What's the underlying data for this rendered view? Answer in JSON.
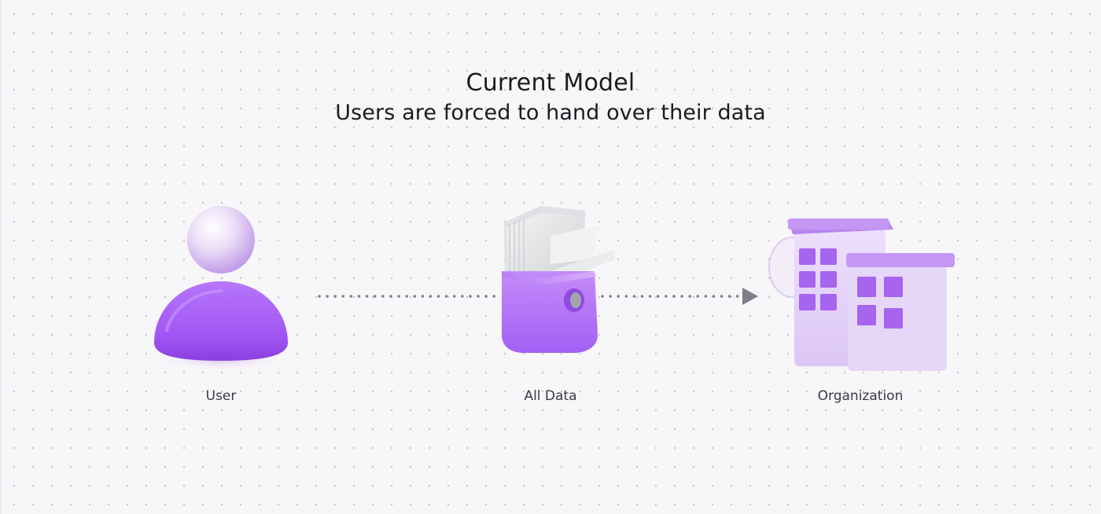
{
  "header": {
    "title": "Current Model",
    "subtitle": "Users are forced to hand over their data"
  },
  "nodes": {
    "user": {
      "label": "User",
      "icon": "user-icon"
    },
    "data": {
      "label": "All Data",
      "icon": "document-tray-icon"
    },
    "organization": {
      "label": "Organization",
      "icon": "office-building-icon"
    }
  },
  "colors": {
    "background": "#f7f6f8",
    "accent": "#a45ff5",
    "text": "#1b1b1f",
    "connector": "#7e7f8c"
  }
}
